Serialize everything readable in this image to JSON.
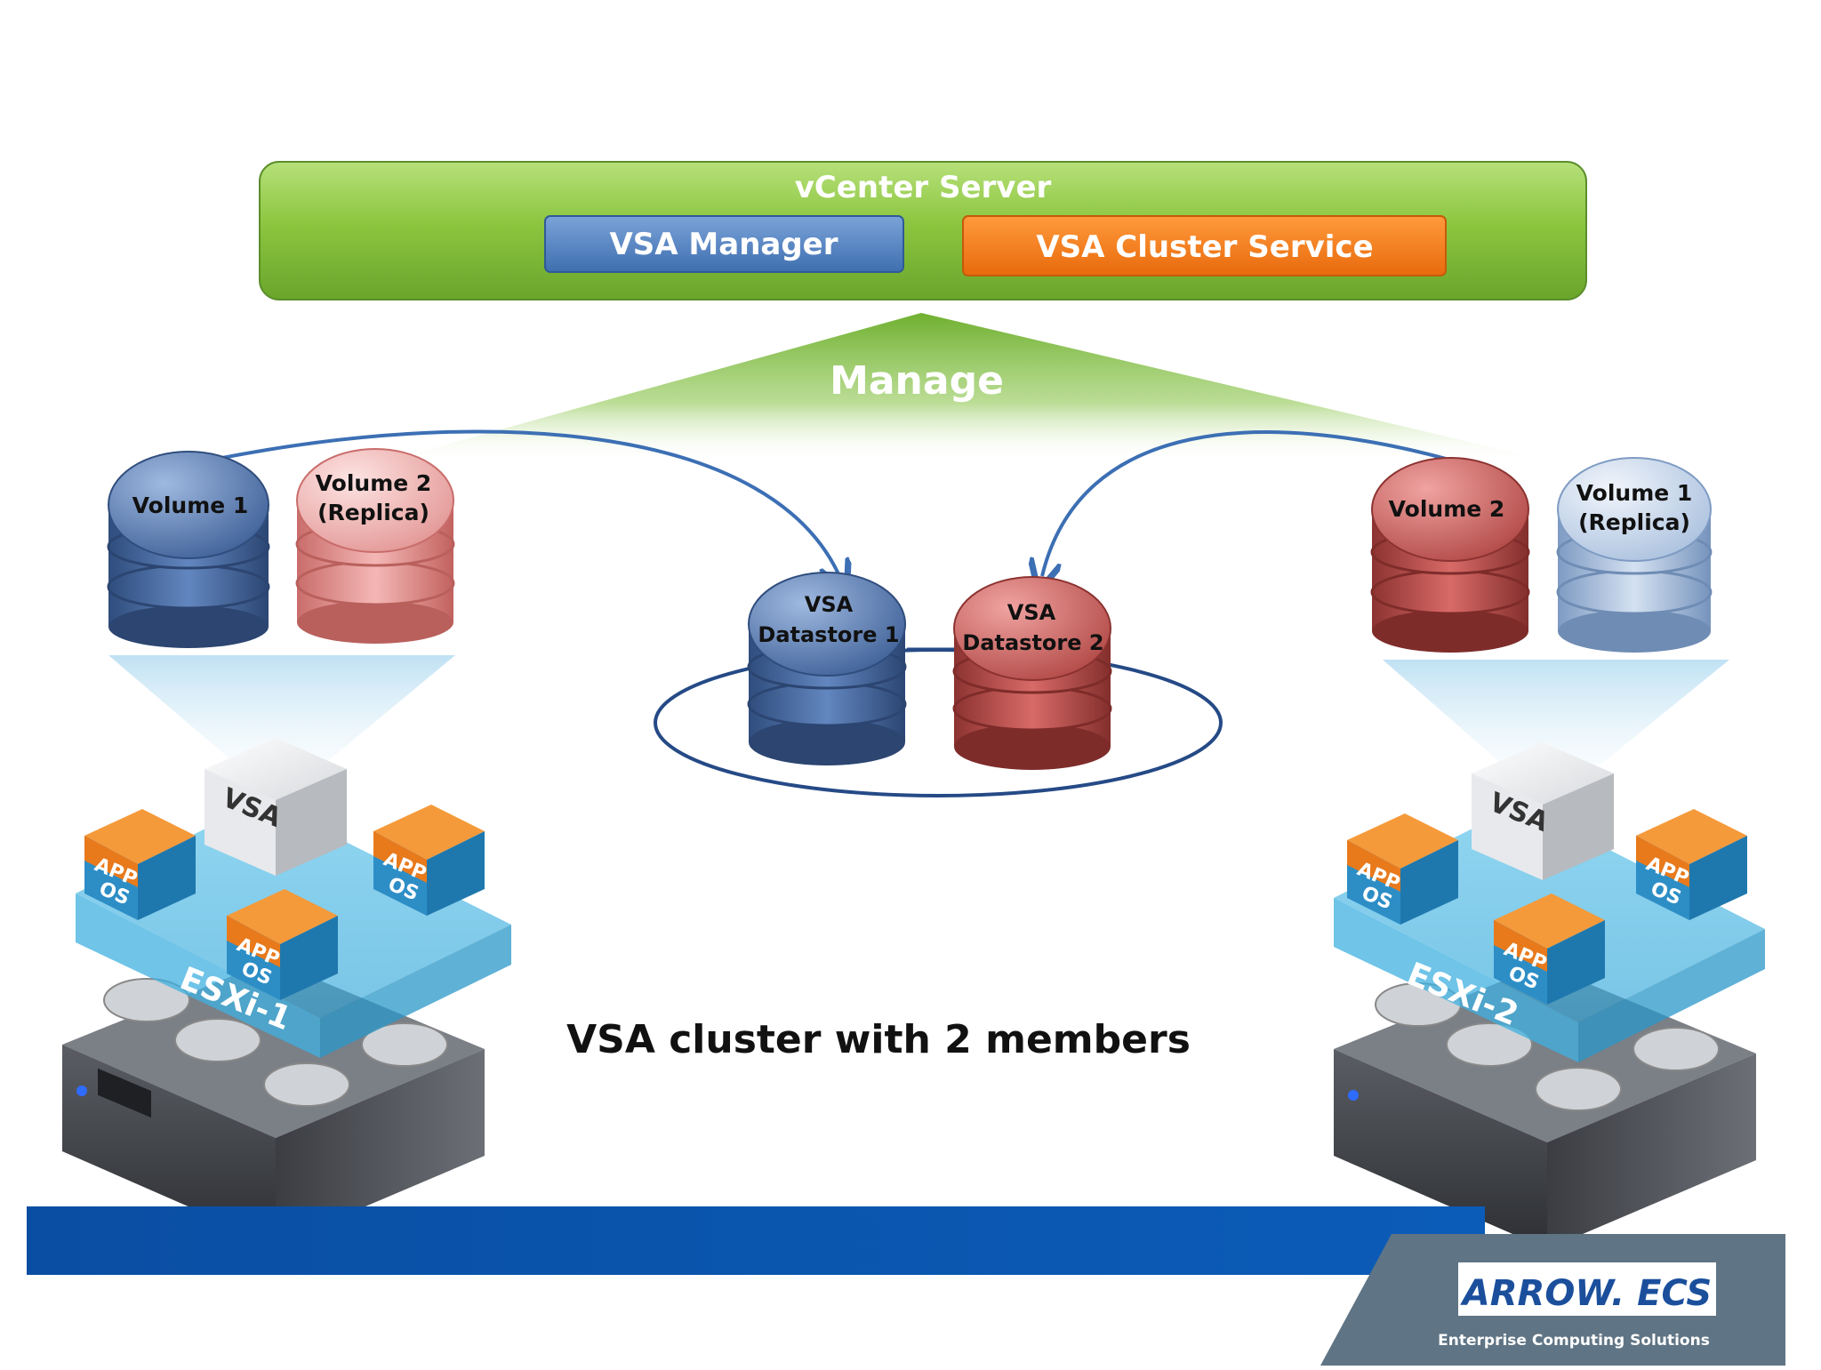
{
  "vcenter": {
    "title": "vCenter Server",
    "manager_label": "VSA Manager",
    "cluster_service_label": "VSA Cluster Service"
  },
  "manage_label": "Manage",
  "host1": {
    "name": "ESXi-1",
    "vsa_label": "VSA",
    "volume_primary": "Volume 1",
    "volume_replica_line1": "Volume 2",
    "volume_replica_line2": "(Replica)"
  },
  "host2": {
    "name": "ESXi-2",
    "vsa_label": "VSA",
    "volume_primary": "Volume 2",
    "volume_replica_line1": "Volume 1",
    "volume_replica_line2": "(Replica)"
  },
  "datastores": {
    "ds1_line1": "VSA",
    "ds1_line2": "Datastore 1",
    "ds2_line1": "VSA",
    "ds2_line2": "Datastore 2"
  },
  "vm_box": {
    "app": "APP",
    "os": "OS"
  },
  "caption": "VSA cluster with 2 members",
  "brand": {
    "logo": "ARROW. ECS",
    "tagline": "Enterprise Computing Solutions"
  },
  "colors": {
    "vcenter_green": "#8cc63f",
    "manager_blue": "#4f81bd",
    "cluster_orange": "#f47b20",
    "volume_blue": "#4a6fa5",
    "volume_red": "#c0504d",
    "footer_blue": "#0a4ea3"
  }
}
